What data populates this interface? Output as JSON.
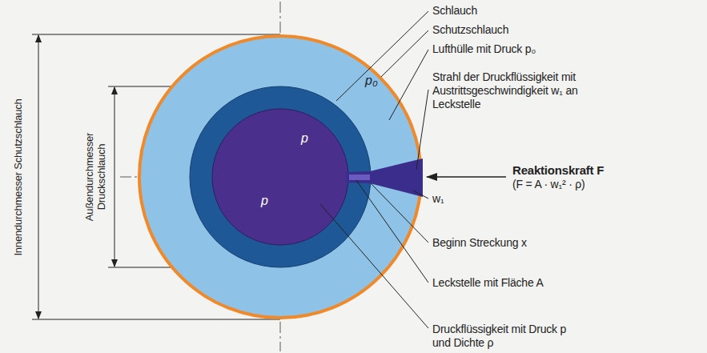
{
  "diagram": {
    "nodes": [
      {
        "text": [
          "p₀"
        ]
      },
      {
        "text": [
          "p",
          "p"
        ],
        "in": 0
      }
    ],
    "labels": [
      "Innendurchmesser Schutzschlauch",
      "Außendurchmesser Druckschlauch",
      "Schlauch",
      "Schutzschlauch",
      "Lufthülle mit Druck p₀",
      "Strahl der Druckflüssigkeit mit Austrittsgeschwindigkeit w₁ an Leckstelle",
      "Reaktionskraft F",
      "(F = A · w₁² · ρ)",
      "w₁",
      "Beginn Streckung x",
      "Leckstelle mit Fläche A",
      "Druckflüssigkeit mit Druck p und Dichte ρ"
    ]
  }
}
